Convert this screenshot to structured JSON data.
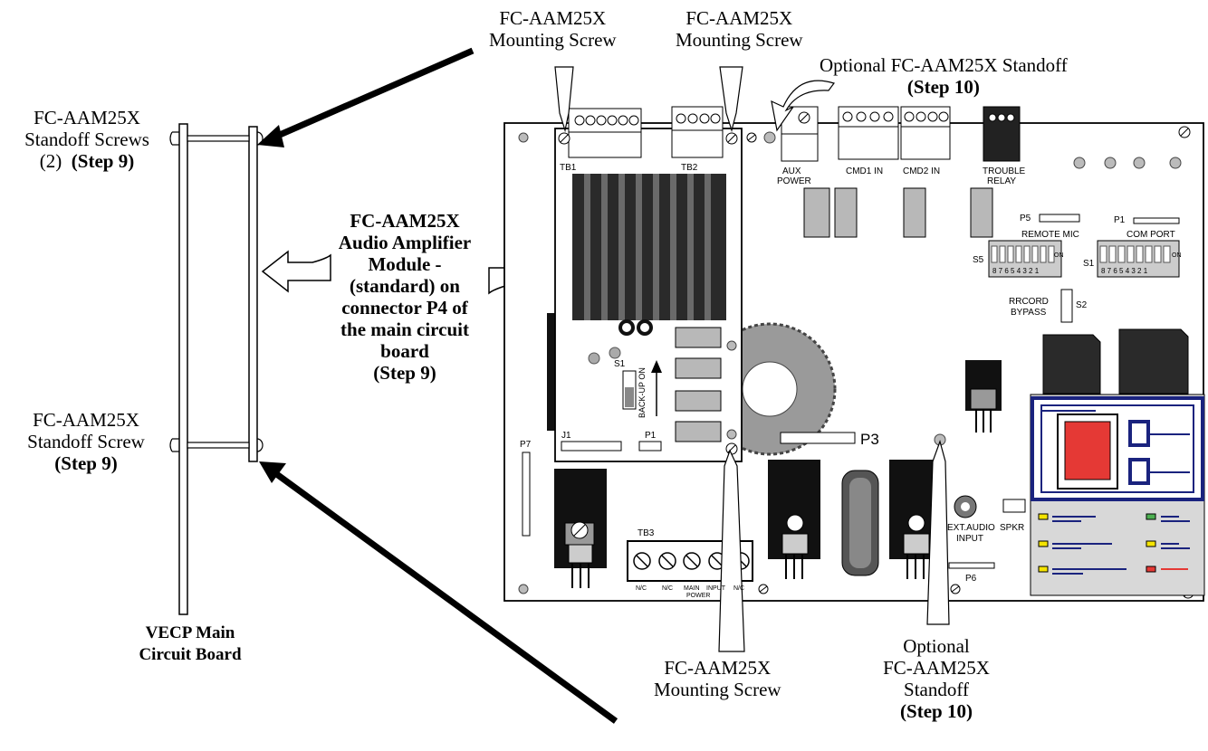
{
  "callouts": {
    "mount_screw_1": [
      "FC-AAM25X",
      "Mounting Screw"
    ],
    "mount_screw_2": [
      "FC-AAM25X",
      "Mounting Screw"
    ],
    "optional_standoff_top": [
      "Optional FC-AAM25X Standoff",
      "(Step 10)"
    ],
    "standoff_screws": [
      "FC-AAM25X",
      "Standoff Screws",
      "(2)",
      "(Step 9)"
    ],
    "module": [
      "FC-AAM25X",
      "Audio Amplifier",
      "Module -",
      "(standard)  on",
      "connector P4 of",
      "the main circuit",
      "board",
      "(Step 9)"
    ],
    "standoff_screw": [
      "FC-AAM25X",
      "Standoff Screw",
      "(Step 9)"
    ],
    "vecp": [
      "VECP Main",
      "Circuit Board"
    ],
    "mount_screw_bottom": [
      "FC-AAM25X",
      "Mounting Screw"
    ],
    "optional_standoff_bottom": [
      "Optional",
      "FC-AAM25X",
      "Standoff",
      "(Step 10)"
    ]
  },
  "board_labels": {
    "tb1": "TB1",
    "tb2": "TB2",
    "aux_power": [
      "AUX",
      "POWER"
    ],
    "cmd1": "CMD1 IN",
    "cmd2": "CMD2 IN",
    "trouble_relay": [
      "TROUBLE",
      "RELAY"
    ],
    "p5": "P5",
    "remote_mic": "REMOTE MIC",
    "p1_top": "P1",
    "com_port": "COM PORT",
    "s5": "S5",
    "s1_top": "S1",
    "rrcord": "RRCORD",
    "bypass": "BYPASS",
    "s2": "S2",
    "s1_module": "S1",
    "backup_on": "BACK-UP ON",
    "j1": "J1",
    "p1_module": "P1",
    "p7": "P7",
    "p3": "P3",
    "tb3": "TB3",
    "tb3_terms": [
      "N/C",
      "N/C",
      "MAIN",
      "INPUT",
      "N/C"
    ],
    "tb3_power": "POWER",
    "ext_audio": [
      "EXT.AUDIO",
      "INPUT"
    ],
    "spkr": "SPKR",
    "p6": "P6",
    "dip_numbers": "8 7 6 5 4 3 2 1",
    "on": "ON"
  },
  "colors": {
    "heatsink": "#2a2a2a",
    "relay": "#b8b8b8",
    "panel_border": "#1a237e",
    "switch_red": "#e53935",
    "led_yellow": "#f5e400",
    "led_green": "#4caf50",
    "led_red": "#e53935"
  }
}
